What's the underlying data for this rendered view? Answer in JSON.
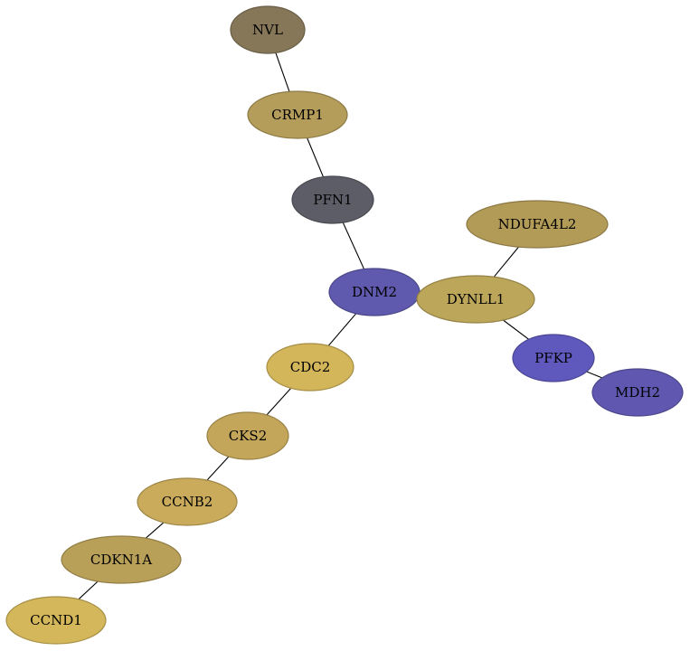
{
  "graph": {
    "nodes": [
      {
        "id": "NVL",
        "label": "NVL",
        "color": "#857758"
      },
      {
        "id": "CRMP1",
        "label": "CRMP1",
        "color": "#b49c5a"
      },
      {
        "id": "PFN1",
        "label": "PFN1",
        "color": "#5c5d66"
      },
      {
        "id": "DNM2",
        "label": "DNM2",
        "color": "#5f5aae"
      },
      {
        "id": "NDUFA4L2",
        "label": "NDUFA4L2",
        "color": "#b29a57"
      },
      {
        "id": "DYNLL1",
        "label": "DYNLL1",
        "color": "#bca65a"
      },
      {
        "id": "PFKP",
        "label": "PFKP",
        "color": "#5f59bd"
      },
      {
        "id": "MDH2",
        "label": "MDH2",
        "color": "#6058b0"
      },
      {
        "id": "CDC2",
        "label": "CDC2",
        "color": "#d3b55a"
      },
      {
        "id": "CKS2",
        "label": "CKS2",
        "color": "#c3a65a"
      },
      {
        "id": "CCNB2",
        "label": "CCNB2",
        "color": "#c9ab5b"
      },
      {
        "id": "CDKN1A",
        "label": "CDKN1A",
        "color": "#b9a059"
      },
      {
        "id": "CCND1",
        "label": "CCND1",
        "color": "#d3b75a"
      }
    ],
    "edges": [
      [
        "NVL",
        "CRMP1"
      ],
      [
        "CRMP1",
        "PFN1"
      ],
      [
        "PFN1",
        "DNM2"
      ],
      [
        "DNM2",
        "CDC2"
      ],
      [
        "NDUFA4L2",
        "DYNLL1"
      ],
      [
        "DYNLL1",
        "PFKP"
      ],
      [
        "PFKP",
        "MDH2"
      ],
      [
        "CDC2",
        "CKS2"
      ],
      [
        "CKS2",
        "CCNB2"
      ],
      [
        "CCNB2",
        "CDKN1A"
      ],
      [
        "CDKN1A",
        "CCND1"
      ]
    ]
  }
}
